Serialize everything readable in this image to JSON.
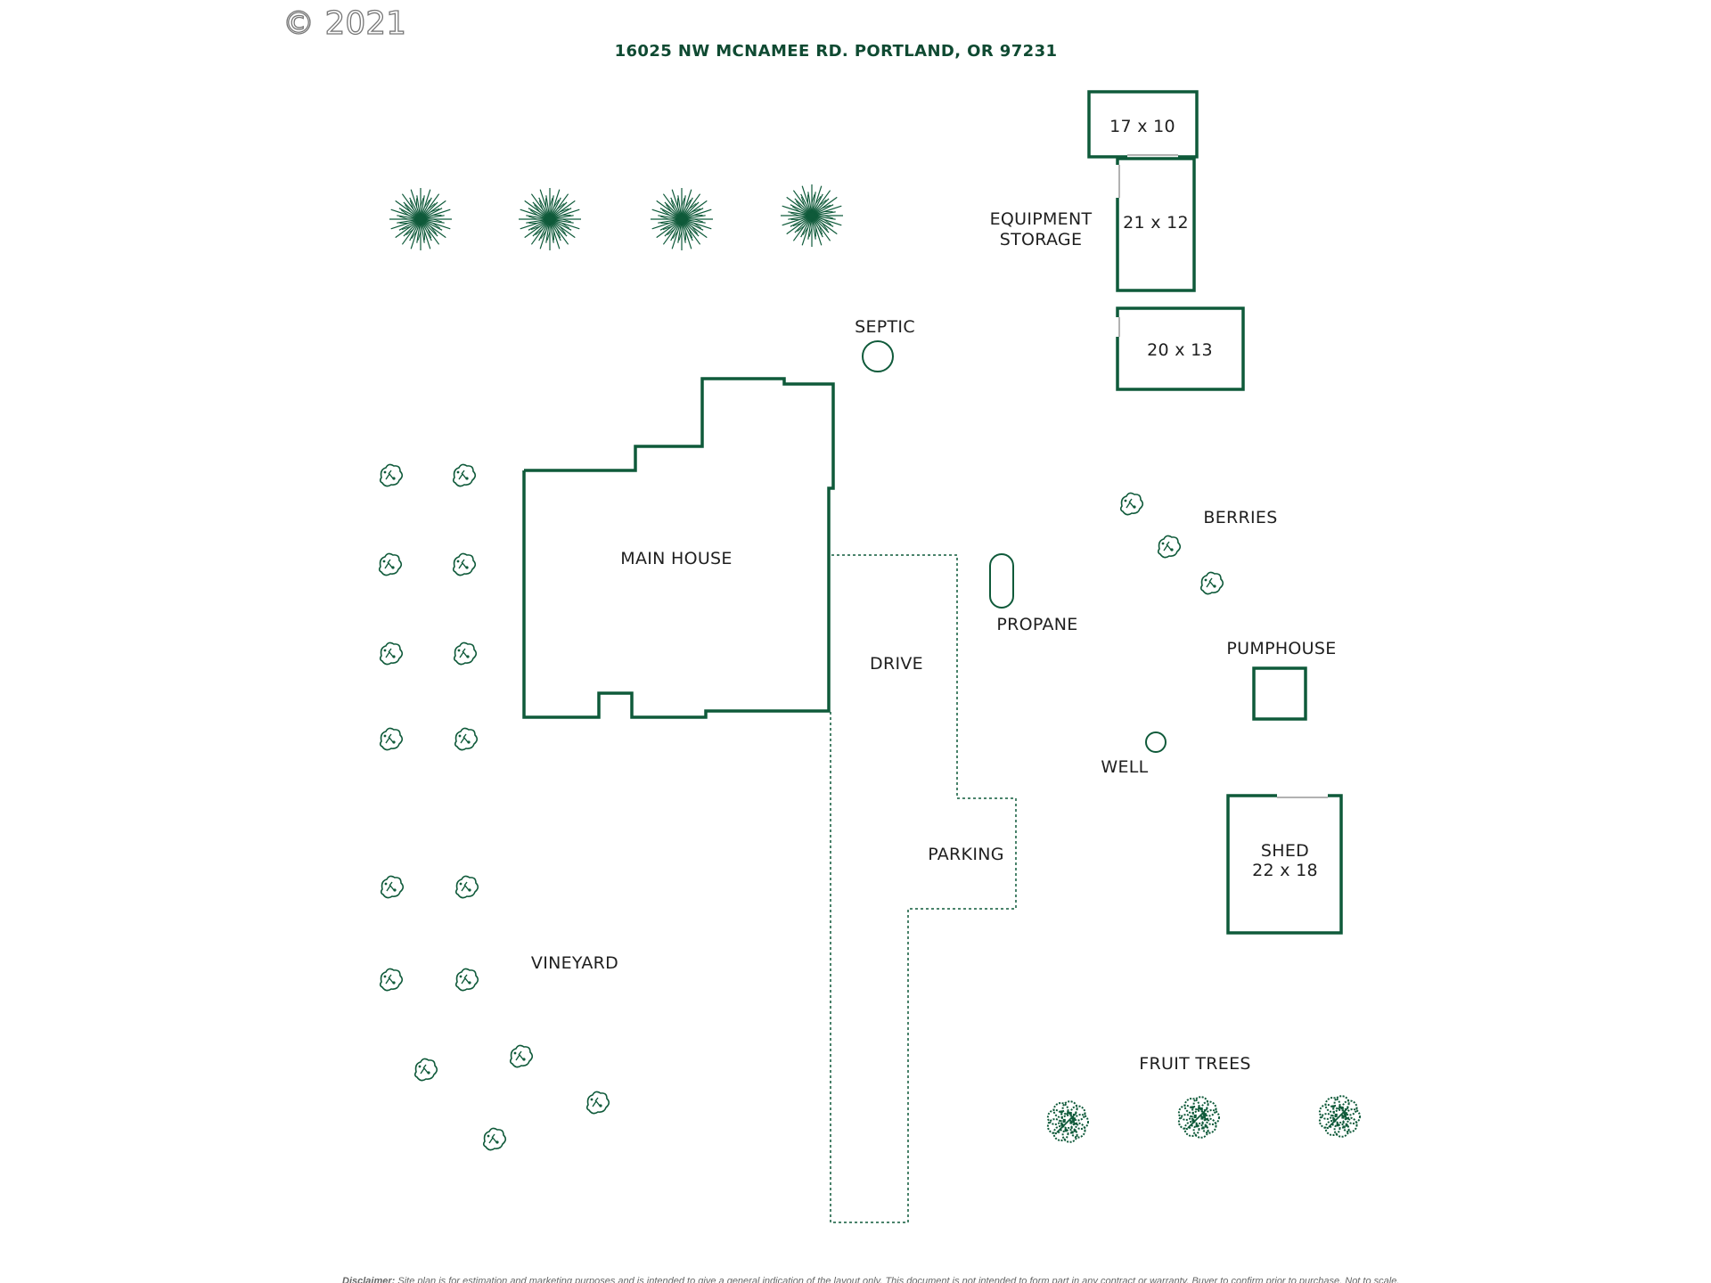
{
  "copyright": "© 2021",
  "title": "16025 NW MCNAMEE RD. PORTLAND, OR 97231",
  "labels": {
    "equipment_line1": "EQUIPMENT",
    "equipment_line2": "STORAGE",
    "bldg_17x10": "17 x 10",
    "bldg_21x12": "21 x 12",
    "bldg_20x13": "20 x 13",
    "septic": "SEPTIC",
    "main_house": "MAIN HOUSE",
    "drive": "DRIVE",
    "propane": "PROPANE",
    "berries": "BERRIES",
    "pumphouse": "PUMPHOUSE",
    "well": "WELL",
    "parking": "PARKING",
    "shed_line1": "SHED",
    "shed_line2": "22 x 18",
    "vineyard": "VINEYARD",
    "fruit_trees": "FRUIT TREES"
  },
  "disclaimer": {
    "heading": "Disclaimer:",
    "text": " Site plan is for estimation and marketing purposes and is intended to give a general indication of the layout only. This document is not intended to form part in any contract or warranty. Buyer to confirm  prior to purchase.  Not to scale."
  },
  "colors": {
    "accent": "#0f5a3a",
    "title": "#0f4a32"
  },
  "icons": {
    "conifer": "conifer-tree-icon",
    "shrub": "shrub-icon",
    "fruit_tree": "fruit-tree-icon"
  }
}
